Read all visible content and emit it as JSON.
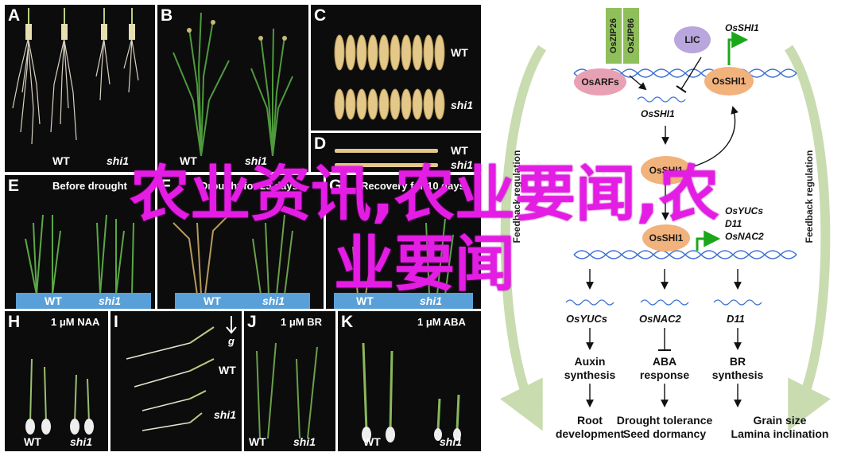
{
  "panels": {
    "A": {
      "letter": "A",
      "wt": "WT",
      "mut": "shi1"
    },
    "B": {
      "letter": "B",
      "wt": "WT",
      "mut": "shi1"
    },
    "C": {
      "letter": "C",
      "wt": "WT",
      "mut": "shi1"
    },
    "D": {
      "letter": "D",
      "wt": "WT",
      "mut": "shi1"
    },
    "E": {
      "letter": "E",
      "title": "Before drought",
      "wt": "WT",
      "mut": "shi1"
    },
    "F": {
      "letter": "F",
      "title": "Drought for 25 days",
      "wt": "WT",
      "mut": "shi1"
    },
    "G": {
      "letter": "G",
      "title": "Recovery for 10 days",
      "wt": "WT",
      "mut": "shi1"
    },
    "H": {
      "letter": "H",
      "title": "1 μM NAA",
      "wt": "WT",
      "mut": "shi1"
    },
    "I": {
      "letter": "I",
      "g": "g",
      "wt": "WT",
      "mut": "shi1"
    },
    "J": {
      "letter": "J",
      "title": "1 μM BR",
      "wt": "WT",
      "mut": "shi1"
    },
    "K": {
      "letter": "K",
      "title": "1 μM ABA",
      "wt": "WT",
      "mut": "shi1"
    }
  },
  "diagram": {
    "oszip26": "OsZIP26",
    "oszip86": "OsZIP86",
    "lic": "LIC",
    "osshi1_promoter": "OsSHI1",
    "osarfs": "OsARFs",
    "osshi1_top": "OsSHI1",
    "osshi1_mrna": "OsSHI1",
    "osshi1_mid": "OsSHI1",
    "osshi1_low": "OsSHI1",
    "side_targets": [
      "OsYUCs",
      "D11",
      "OsNAC2"
    ],
    "feedback_left": "Feedback regulation",
    "feedback_right": "Feedback regulation",
    "targets": [
      "OsYUCs",
      "OsNAC2",
      "D11"
    ],
    "process1": [
      "Auxin",
      "synthesis"
    ],
    "process2": [
      "ABA",
      "response"
    ],
    "process3": [
      "BR",
      "synthesis"
    ],
    "outcome1": [
      "Root",
      "development"
    ],
    "outcome2": [
      "Drought tolerance",
      "Seed dormancy"
    ],
    "outcome3": [
      "Grain size",
      "Lamina inclination"
    ]
  },
  "watermark": {
    "line1": "农业资讯,农业要闻,农",
    "line2": "业要闻"
  },
  "colors": {
    "panel_bg": "#0c0c0c",
    "dna": "#3b6fd6",
    "oval_pink": "#e8a0b4",
    "oval_orange": "#f2b27c",
    "oval_lic": "#b9a6dc",
    "zip_green": "#8fbf5a",
    "arrow_green": "#1aa81a",
    "feedback": "#c8dcb0",
    "watermark": "#e41de4"
  }
}
